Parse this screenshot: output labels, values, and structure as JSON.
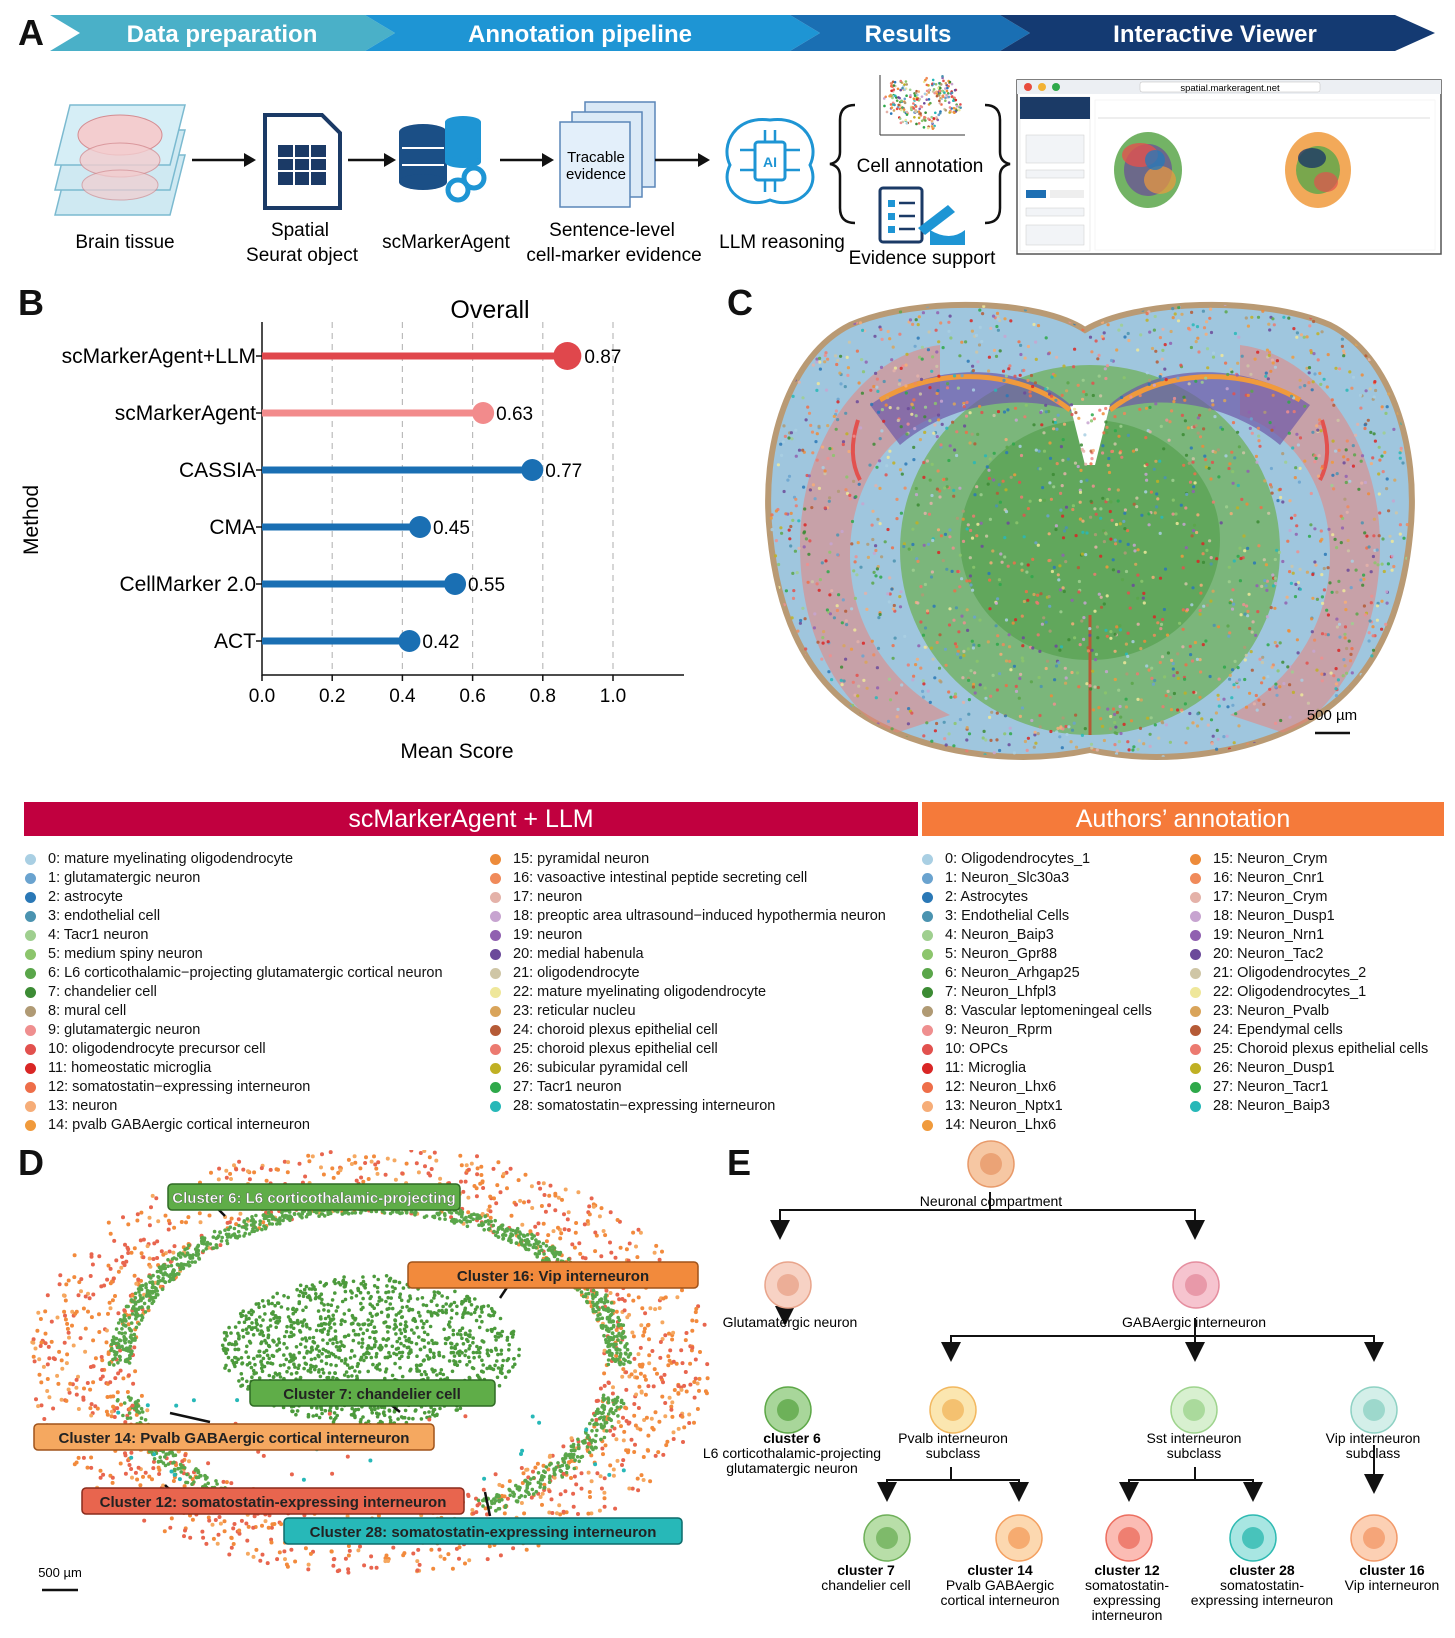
{
  "panels": {
    "a": "A",
    "b": "B",
    "c": "C",
    "d": "D",
    "e": "E"
  },
  "workflow": {
    "stages": [
      "Data preparation",
      "Annotation pipeline",
      "Results",
      "Interactive Viewer"
    ],
    "items": {
      "brain_tissue": "Brain tissue",
      "spatial_seurat": [
        "Spatial",
        "Seurat object"
      ],
      "scmarkeragent": "scMarkerAgent",
      "tracable": [
        "Tracable",
        "evidence"
      ],
      "sentence_level": [
        "Sentence-level",
        "cell-marker evidence"
      ],
      "llm": "LLM reasoning",
      "ai_chip": "AI",
      "cell_annotation": "Cell annotation",
      "evidence_support": "Evidence support"
    },
    "viewer": {
      "url": "spatial.markeragent.net"
    }
  },
  "chart_data": {
    "type": "lollipop",
    "title": "Overall",
    "xlabel": "Mean Score",
    "ylabel": "Method",
    "xlim": [
      0,
      1.2
    ],
    "xticks": [
      "0.0",
      "0.2",
      "0.4",
      "0.6",
      "0.8",
      "1.0"
    ],
    "grid": "vertical dashed",
    "categories": [
      "scMarkerAgent+LLM",
      "scMarkerAgent",
      "CASSIA",
      "CMA",
      "CellMarker 2.0",
      "ACT"
    ],
    "values": [
      0.87,
      0.63,
      0.77,
      0.45,
      0.55,
      0.42
    ],
    "labels": [
      "0.87",
      "0.63",
      "0.77",
      "0.45",
      "0.55",
      "0.42"
    ],
    "colors": [
      "#e0474c",
      "#f28b8c",
      "#1a6fb3",
      "#1a6fb3",
      "#1a6fb3",
      "#1a6fb3"
    ]
  },
  "panel_c": {
    "scale_bar": "500 µm"
  },
  "legend": {
    "left_title": "scMarkerAgent + LLM",
    "right_title": "Authors’ annotation",
    "left_col1": [
      "0: mature myelinating oligodendrocyte",
      "1: glutamatergic neuron",
      "2: astrocyte",
      "3: endothelial cell",
      "4: Tacr1 neuron",
      "5: medium spiny neuron",
      "6: L6 corticothalamic−projecting glutamatergic cortical neuron",
      "7: chandelier cell",
      "8: mural cell",
      "9: glutamatergic neuron",
      "10: oligodendrocyte precursor cell",
      "11: homeostatic microglia",
      "12: somatostatin−expressing interneuron",
      "13: neuron",
      "14: pvalb GABAergic cortical interneuron"
    ],
    "left_col2": [
      "15: pyramidal neuron",
      "16: vasoactive intestinal peptide secreting cell",
      "17: neuron",
      "18: preoptic area ultrasound−induced hypothermia neuron",
      "19: neuron",
      "20: medial habenula",
      "21: oligodendrocyte",
      "22: mature myelinating oligodendrocyte",
      "23: reticular nucleu",
      "24: choroid plexus epithelial cell",
      "25: choroid plexus epithelial cell",
      "26: subicular pyramidal cell",
      "27: Tacr1 neuron",
      "28: somatostatin−expressing interneuron"
    ],
    "right_col1": [
      "0: Oligodendrocytes_1",
      "1: Neuron_Slc30a3",
      "2: Astrocytes",
      "3: Endothelial Cells",
      "4: Neuron_Baip3",
      "5: Neuron_Gpr88",
      "6: Neuron_Arhgap25",
      "7: Neuron_Lhfpl3",
      "8: Vascular leptomeningeal cells",
      "9: Neuron_Rprm",
      "10: OPCs",
      "11: Microglia",
      "12: Neuron_Lhx6",
      "13: Neuron_Nptx1",
      "14: Neuron_Lhx6"
    ],
    "right_col2": [
      "15: Neuron_Crym",
      "16: Neuron_Cnr1",
      "17: Neuron_Crym",
      "18: Neuron_Dusp1",
      "19: Neuron_Nrn1",
      "20: Neuron_Tac2",
      "21: Oligodendrocytes_2",
      "22: Oligodendrocytes_1",
      "23: Neuron_Pvalb",
      "24: Ependymal cells",
      "25: Choroid plexus epithelial cells",
      "26: Neuron_Dusp1",
      "27: Neuron_Tacr1",
      "28: Neuron_Baip3"
    ],
    "colors": [
      "#a9cfe3",
      "#6aa3cf",
      "#2a78b6",
      "#4b93b0",
      "#9fcf8f",
      "#8cc56c",
      "#5aa64a",
      "#3c8b34",
      "#b09a74",
      "#ef8f8f",
      "#e2514e",
      "#d92625",
      "#ee6e49",
      "#f6ad78",
      "#f09a3c",
      "#ed8b3a",
      "#f08a5a",
      "#e4b2a9",
      "#c7a4d0",
      "#9060b0",
      "#6b4a9a",
      "#cfc6a6",
      "#efe79a",
      "#d9a45a",
      "#b55a36",
      "#ec7a70",
      "#c0b024",
      "#2ea84a",
      "#27b8b8"
    ]
  },
  "panel_d": {
    "labels": [
      "Cluster 6: L6 corticothalamic-projecting",
      "Cluster 16: Vip interneuron",
      "Cluster 7: chandelier cell",
      "Cluster 14: Pvalb GABAergic cortical interneuron",
      "Cluster 12: somatostatin-expressing interneuron",
      "Cluster 28: somatostatin-expressing interneuron"
    ],
    "scale_bar": "500 µm"
  },
  "panel_e": {
    "root": "Neuronal compartment",
    "glut": "Glutamatergic neuron",
    "gaba": "GABAergic interneuron",
    "c6_bold": "cluster 6",
    "c6_lines": [
      "L6 corticothalamic-projecting",
      "glutamatergic neuron"
    ],
    "pvalb": [
      "Pvalb interneuron",
      "subclass"
    ],
    "sst": [
      "Sst interneuron",
      "subclass"
    ],
    "vip": [
      "Vip interneuron",
      "subclass"
    ],
    "c7_bold": "cluster 7",
    "c7_lines": [
      "chandelier cell"
    ],
    "c14_bold": "cluster 14",
    "c14_lines": [
      "Pvalb GABAergic",
      "cortical interneuron"
    ],
    "c12_bold": "cluster 12",
    "c12_lines": [
      "somatostatin-",
      "expressing",
      "interneuron"
    ],
    "c28_bold": "cluster 28",
    "c28_lines": [
      "somatostatin-",
      "expressing interneuron"
    ],
    "c16_bold": "cluster 16",
    "c16_lines": [
      "Vip interneuron"
    ]
  }
}
